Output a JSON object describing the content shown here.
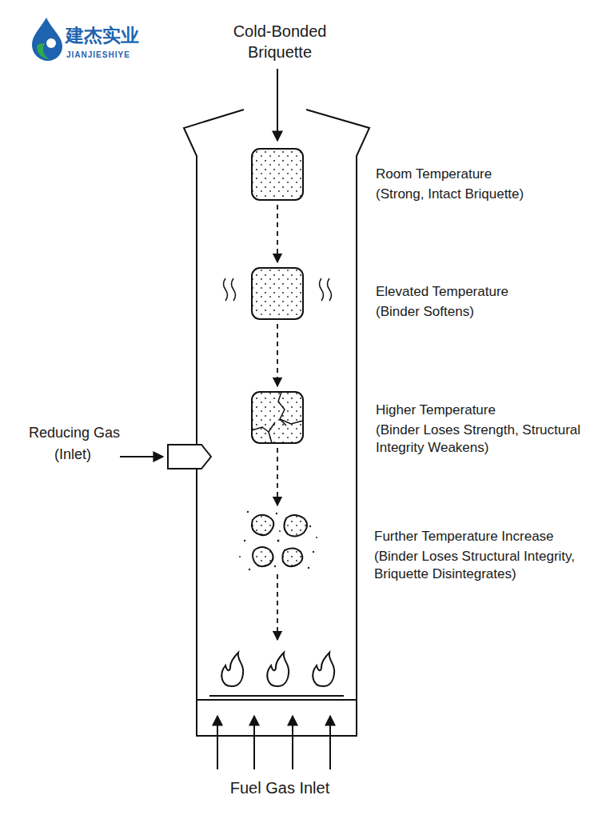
{
  "diagram": {
    "labels": [
      "建杰实业",
      "JIANJIESHIYE",
      "Cold-Bonded Briquette",
      "Room Temperature",
      "(Strong, Intact Briquette)",
      "Elevated Temperature",
      "(Binder Softens)",
      "Higher Temperature",
      "(Binder Loses Strength, Structural Integrity Weakens)",
      "Further Temperature Increase",
      "(Binder Loses Structural Integrity, Briquette Disintegrates)",
      "Reducing Gas",
      "(Inlet)",
      "Fuel Gas Inlet"
    ]
  }
}
